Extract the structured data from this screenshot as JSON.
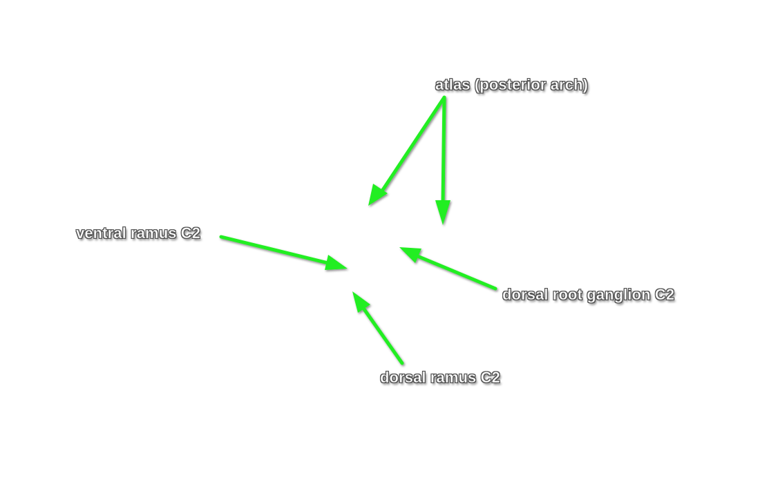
{
  "diagram": {
    "labels": {
      "atlas": "atlas (posterior arch)",
      "ventral_ramus": "ventral ramus C2",
      "dorsal_root_ganglion": "dorsal root ganglion C2",
      "dorsal_ramus": "dorsal ramus C2"
    },
    "colors": {
      "arrow": "#22ee22",
      "label_text": "#ffffff",
      "label_outline": "#4a4a4a",
      "background": "#ffffff"
    }
  }
}
